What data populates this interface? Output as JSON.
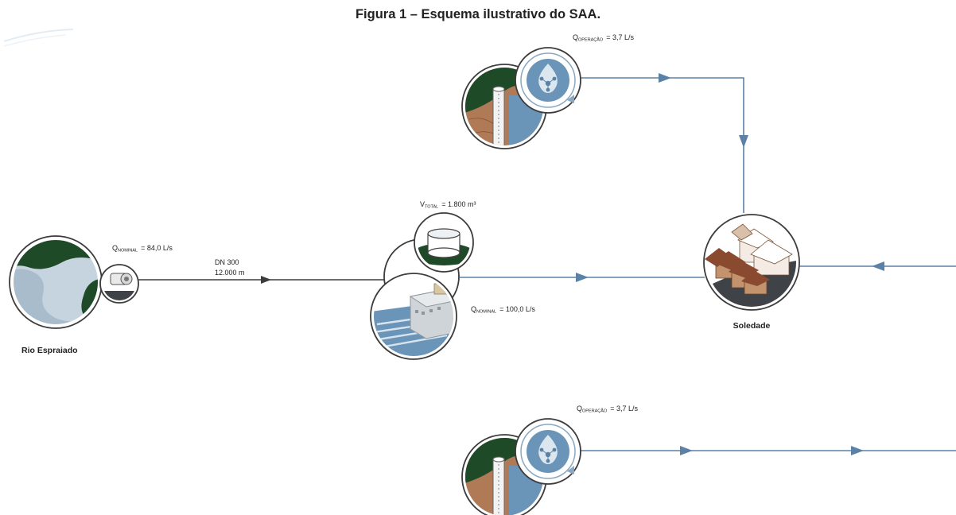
{
  "figure": {
    "title": "Figura 1 – Esquema ilustrativo do SAA."
  },
  "source": {
    "name": "Rio Espraiado",
    "flow": {
      "symbol": "Q",
      "subscript": "NOMINAL",
      "value": "= 84,0 L/s"
    }
  },
  "pipeline": {
    "diameter": "DN 300",
    "length": "12.000 m"
  },
  "reservoir": {
    "volume": {
      "symbol": "V",
      "subscript": "TOTAL",
      "value": "= 1.800 m³"
    }
  },
  "treatment": {
    "flow": {
      "symbol": "Q",
      "subscript": "NOMINAL",
      "value": "= 100,0 L/s"
    }
  },
  "wells": {
    "top": {
      "flow": {
        "symbol": "Q",
        "subscript": "OPERAÇÃO",
        "value": "= 3,7 L/s"
      }
    },
    "bottom": {
      "flow": {
        "symbol": "Q",
        "subscript": "OPERAÇÃO",
        "value": "= 3,7 L/s"
      }
    }
  },
  "city": {
    "name": "Soledade"
  },
  "colors": {
    "water_line": "#5b82a6",
    "raw_line": "#3d3d3d",
    "ring": "#3c3c3c",
    "forest": "#1f4a28",
    "soil": "#b07a56",
    "water": "#6b95b8",
    "roof": "#8a4a30"
  }
}
